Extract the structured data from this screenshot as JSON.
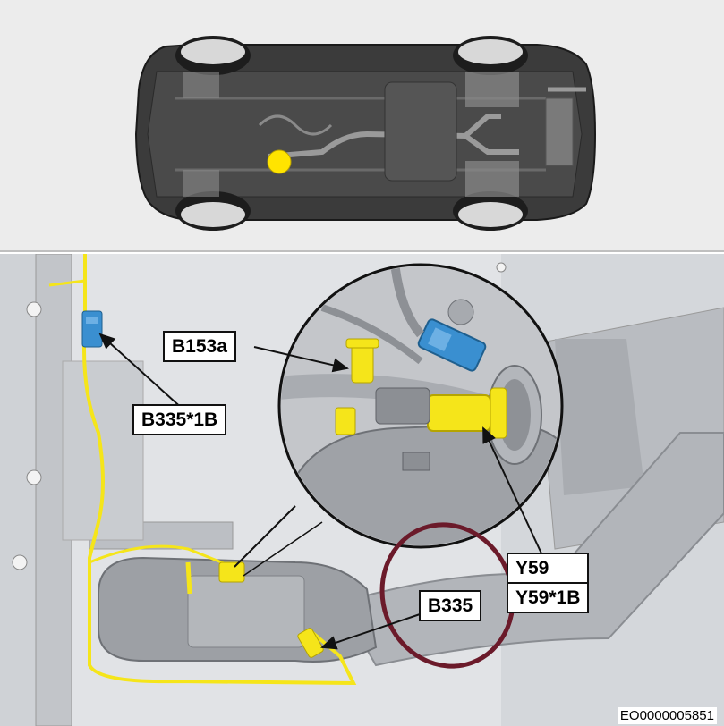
{
  "overview": {
    "marker_color": "#ffe400",
    "car_view": "underside-view"
  },
  "detail": {
    "callouts": {
      "b153a": "B153a",
      "b335_1b": "B335*1B",
      "y59": "Y59",
      "y59_1b": "Y59*1B",
      "b335": "B335"
    },
    "highlight_color": "#f5e51a",
    "connector_color": "#3a8fd0",
    "circle_mark_color": "#6b1a2a"
  },
  "figure_id": "EO0000005851"
}
